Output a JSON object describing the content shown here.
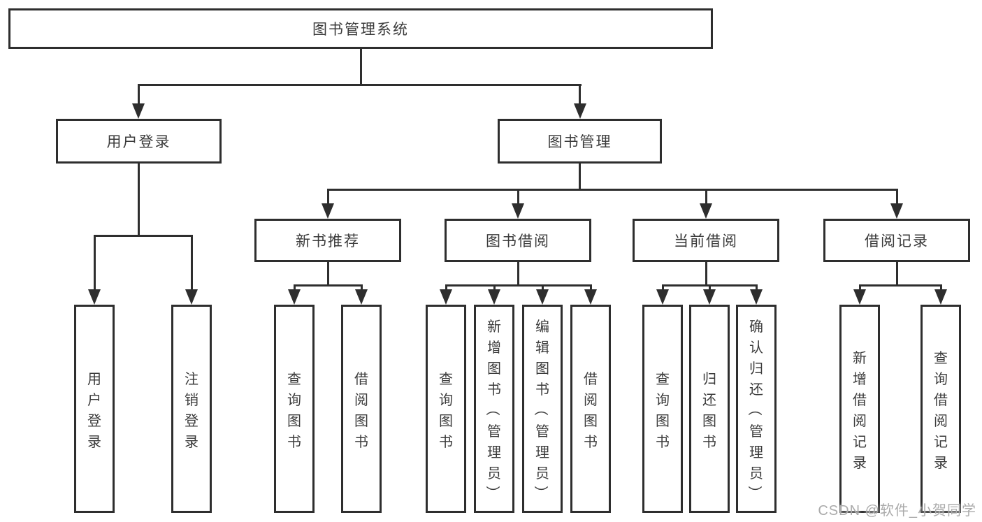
{
  "diagram": {
    "root": {
      "label": "图书管理系统"
    },
    "level2": [
      {
        "label": "用户登录"
      },
      {
        "label": "图书管理"
      }
    ],
    "level3": [
      {
        "label": "新书推荐"
      },
      {
        "label": "图书借阅"
      },
      {
        "label": "当前借阅"
      },
      {
        "label": "借阅记录"
      }
    ],
    "leaves": [
      {
        "parent": "用户登录",
        "label": "用户登录"
      },
      {
        "parent": "用户登录",
        "label": "注销登录"
      },
      {
        "parent": "新书推荐",
        "label": "查询图书"
      },
      {
        "parent": "新书推荐",
        "label": "借阅图书"
      },
      {
        "parent": "图书借阅",
        "label": "查询图书"
      },
      {
        "parent": "图书借阅",
        "label": "新增图书（管理员）"
      },
      {
        "parent": "图书借阅",
        "label": "编辑图书（管理员）"
      },
      {
        "parent": "图书借阅",
        "label": "借阅图书"
      },
      {
        "parent": "当前借阅",
        "label": "查询图书"
      },
      {
        "parent": "当前借阅",
        "label": "归还图书"
      },
      {
        "parent": "当前借阅",
        "label": "确认归还（管理员）"
      },
      {
        "parent": "借阅记录",
        "label": "新增借阅记录"
      },
      {
        "parent": "借阅记录",
        "label": "查询借阅记录"
      }
    ]
  },
  "watermark": {
    "text": "CSDN @软件_小贺同学"
  },
  "colors": {
    "line": "#2e2e2e",
    "text": "#3b3b3b",
    "watermark": "#ababab"
  }
}
